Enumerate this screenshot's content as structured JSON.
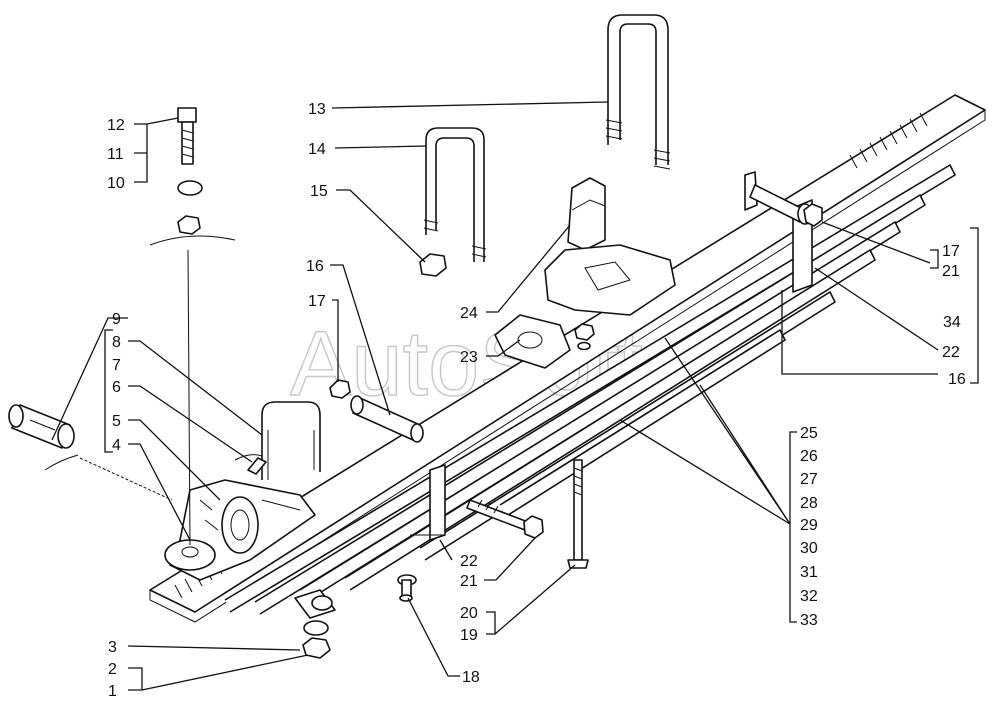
{
  "watermark": "AutoSoft",
  "callouts": {
    "c1": "1",
    "c2": "2",
    "c3": "3",
    "c4": "4",
    "c5": "5",
    "c6": "6",
    "c7": "7",
    "c8": "8",
    "c9": "9",
    "c10": "10",
    "c11": "11",
    "c12": "12",
    "c13": "13",
    "c14": "14",
    "c15": "15",
    "c16a": "16",
    "c16b": "16",
    "c17a": "17",
    "c17b": "17",
    "c18": "18",
    "c19": "19",
    "c20": "20",
    "c21a": "21",
    "c21b": "21",
    "c22a": "22",
    "c22b": "22",
    "c23": "23",
    "c24": "24",
    "c25": "25",
    "c26": "26",
    "c27": "27",
    "c28": "28",
    "c29": "29",
    "c30": "30",
    "c31": "31",
    "c32": "32",
    "c33": "33",
    "c34": "34"
  }
}
